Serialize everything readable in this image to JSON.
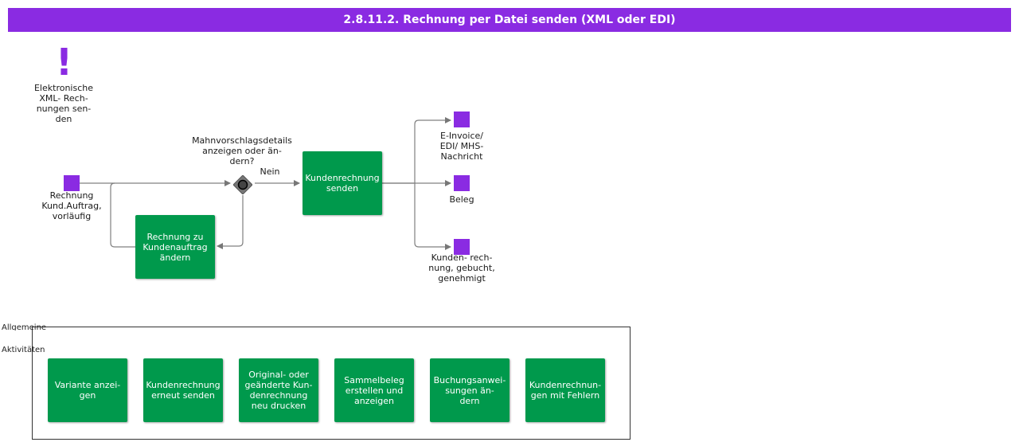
{
  "title": "2.8.11.2. Rechnung per Datei senden (XML oder EDI)",
  "annotation": {
    "icon": "exclamation-icon",
    "text": "Elektronische\nXML- Rech-\nnungen  sen-\nden"
  },
  "colors": {
    "header": "#8a2be2",
    "task": "#00994c",
    "data": "#8a2be2",
    "gateway": "#777777"
  },
  "inputs": [
    {
      "label": "Rechnung\nKund.Auftrag,\nvorläufig"
    }
  ],
  "gateway": {
    "label": "Mahnvorschlagsdetails\nanzeigen oder   än-\ndern?",
    "no_label": "Nein"
  },
  "tasks": [
    {
      "label": "Kundenrechnung\nsenden"
    },
    {
      "label": "Rechnung zu\nKundenauftrag\nändern"
    }
  ],
  "outputs": [
    {
      "label": "E-Invoice/\nEDI/ MHS-\nNachricht"
    },
    {
      "label": "Beleg"
    },
    {
      "label": "Kunden- rech-\nnung, gebucht,\ngenehmigt"
    }
  ],
  "group": {
    "title_line1": "Allgemeine",
    "title_line2": "Aktivitäten",
    "items": [
      "Variante anzei-\ngen",
      "Kundenrechnung\nerneut senden",
      "Original- oder\ngeänderte Kun-\ndenrechnung\nneu drucken",
      "Sammelbeleg\nerstellen und\nanzeigen",
      "Buchungsanwei-\nsungen     än-\ndern",
      "Kundenrechnun-\ngen mit Fehlern"
    ]
  }
}
